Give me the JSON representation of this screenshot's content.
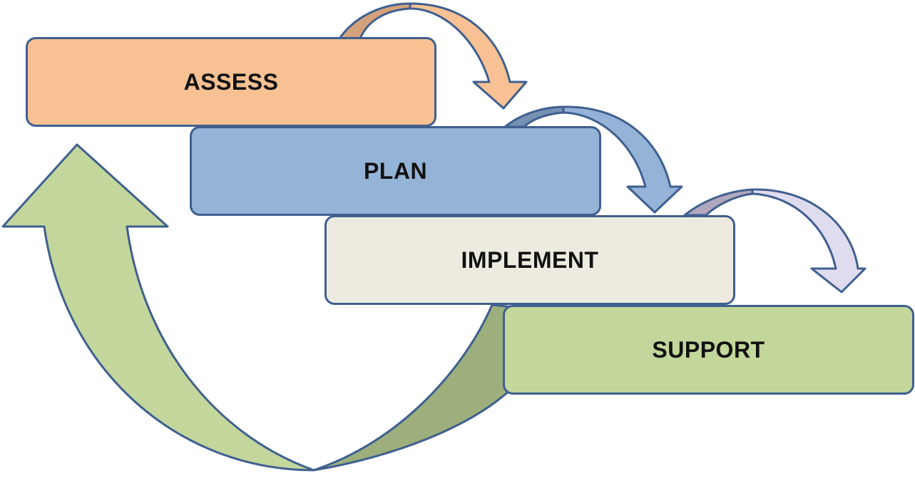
{
  "stages": [
    {
      "label": "ASSESS",
      "fill": "#f8c193"
    },
    {
      "label": "PLAN",
      "fill": "#95b3d7"
    },
    {
      "label": "IMPLEMENT",
      "fill": "#edebe0"
    },
    {
      "label": "SUPPORT",
      "fill": "#c3d69b"
    }
  ],
  "colors": {
    "outline": "#3f5f8f",
    "arrow_assess_front": "#f8c193",
    "arrow_assess_back": "#d4a27a",
    "arrow_plan_front": "#95b3d7",
    "arrow_plan_back": "#7690b4",
    "arrow_implement_front": "#e0dcef",
    "arrow_implement_back": "#b1a8bd",
    "return_arrow_front": "#c3d69b",
    "return_arrow_back": "#9caf7c"
  },
  "icons": {
    "return_arrow": "curved-up-arrow-icon",
    "step_arrows": "curved-down-arrow-icon"
  }
}
